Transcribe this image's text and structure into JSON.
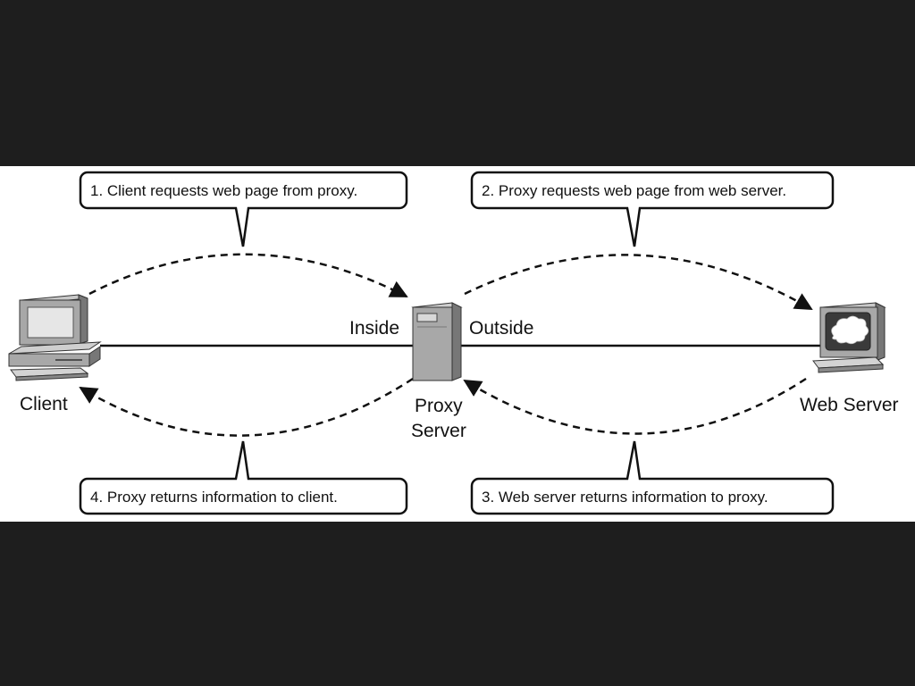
{
  "diagram": {
    "nodes": {
      "client": {
        "label": "Client",
        "icon": "desktop-computer-icon"
      },
      "proxy": {
        "label_line1": "Proxy",
        "label_line2": "Server",
        "icon": "server-tower-icon"
      },
      "web_server": {
        "label": "Web Server",
        "icon": "web-server-monitor-icon"
      }
    },
    "zones": {
      "inside": "Inside",
      "outside": "Outside"
    },
    "steps": [
      {
        "text": "1. Client requests web page from proxy."
      },
      {
        "text": "2. Proxy requests web page from web server."
      },
      {
        "text": "3. Web server returns information to proxy."
      },
      {
        "text": "4. Proxy returns information to client."
      }
    ]
  },
  "colors": {
    "background": "#1e1e1e",
    "panel": "#ffffff",
    "line": "#111111",
    "device_gray": "#a9a9a9"
  }
}
